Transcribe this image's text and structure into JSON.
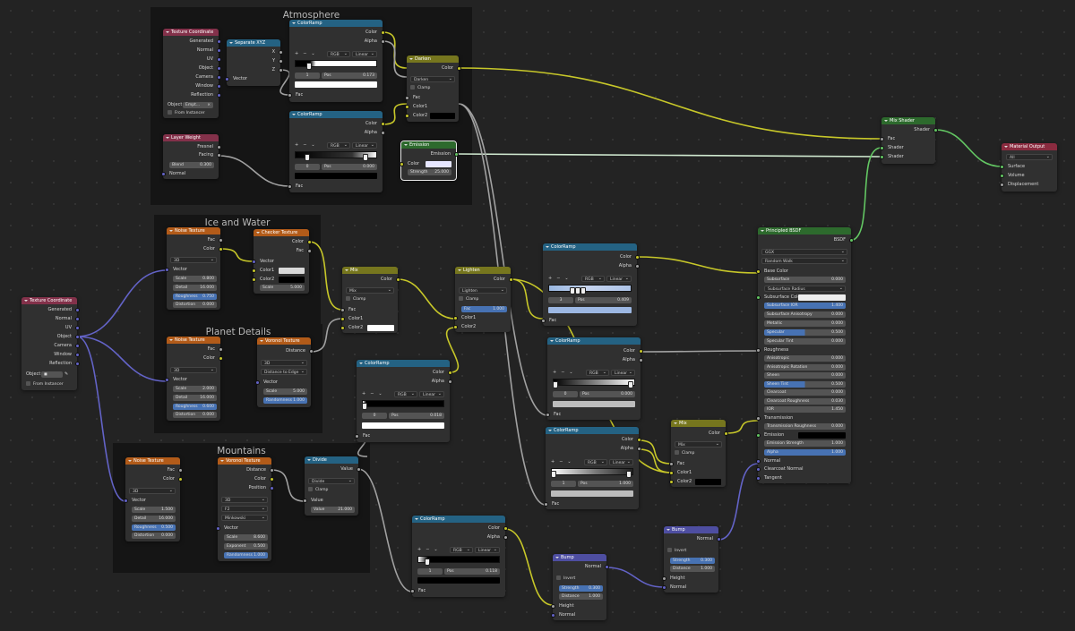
{
  "frames": {
    "atmosphere": "Atmosphere",
    "ice_water": "Ice and Water",
    "planet_details": "Planet Details",
    "mountains": "Mountains"
  },
  "colors": {
    "frame_bg": "#151515",
    "node_bg": "#303030",
    "socket_color": "#c7c729",
    "socket_float": "#a1a1a1",
    "socket_vector": "#6363c7",
    "socket_shader": "#63c763",
    "field_highlight": "#4772b3"
  },
  "icons": [
    "collapse-arrow-icon",
    "socket-dot-icon",
    "eyedropper-icon",
    "close-icon",
    "checkbox-icon"
  ],
  "labels": {
    "tc_title": "Texture Coordinate",
    "tc_generated": "Generated",
    "tc_normal": "Normal",
    "tc_uv": "UV",
    "tc_object": "Object",
    "tc_camera": "Camera",
    "tc_window": "Window",
    "tc_reflection": "Reflection",
    "tc_object_field": "Object",
    "tc_object_value": "Empt...",
    "tc_from_instancer": "From Instancer",
    "sep_title": "Separate XYZ",
    "sep_x": "X",
    "sep_y": "Y",
    "sep_z": "Z",
    "sep_vector": "Vector",
    "lw_title": "Layer Weight",
    "lw_fresnel": "Fresnel",
    "lw_facing": "Facing",
    "lw_blend": "Blend",
    "lw_blend_val": "0.300",
    "lw_normal": "Normal",
    "cr_title": "ColorRamp",
    "color": "Color",
    "alpha": "Alpha",
    "fac": "Fac",
    "rgb": "RGB",
    "linear": "Linear",
    "pos": "Pos",
    "plus": "+",
    "minus": "−",
    "chev": "⌄",
    "cr1_index": "1",
    "cr1_pos": "0.173",
    "cr2_index": "0",
    "cr2_pos": "0.000",
    "darken_title": "Darken",
    "darken_mode": "Darken",
    "clamp": "Clamp",
    "color1": "Color1",
    "color2": "Color2",
    "em_title": "Emission",
    "em_emission": "Emission",
    "em_color": "Color",
    "em_strength": "Strength",
    "em_strength_val": "25.000",
    "mixshader_title": "Mix Shader",
    "shader": "Shader",
    "out_title": "Material Output",
    "out_all": "All",
    "out_surface": "Surface",
    "out_volume": "Volume",
    "out_displacement": "Displacement",
    "noise_title": "Noise Texture",
    "vector": "Vector",
    "dim3d": "3D",
    "scale": "Scale",
    "detail": "Detail",
    "roughness": "Roughness",
    "distortion": "Distortion",
    "n1_scale": "0.800",
    "n1_detail": "16.000",
    "n1_rough": "0.750",
    "n1_dist": "0.000",
    "checker_title": "Checker Texture",
    "checker_scale": "5.000",
    "mix_title": "Mix",
    "mix_mode": "Mix",
    "lighten_title": "Lighten",
    "lighten_mode": "Lighten",
    "lighten_fac": "1.000",
    "tc2_title": "Texture Coordinate",
    "n2_scale": "2.000",
    "n2_detail": "16.000",
    "n2_rough": "0.600",
    "n2_dist": "0.000",
    "vor_title": "Voronoi Texture",
    "distance": "Distance",
    "vor1_feature": "Distance to Edge",
    "vor1_scale": "5.000",
    "randomness": "Randomness",
    "vor1_rand": "1.000",
    "cr3_index": "0",
    "cr3_pos": "0.018",
    "n3_scale": "1.500",
    "n3_detail": "16.000",
    "n3_rough": "0.500",
    "n3_dist": "0.000",
    "position": "Position",
    "f2": "F2",
    "minkowski": "Minkowski",
    "exponent": "Exponent",
    "vor2_scale": "8.600",
    "vor2_exp": "0.500",
    "vor2_rand": "1.000",
    "divide_title": "Divide",
    "value": "Value",
    "divide_mode": "Divide",
    "divide_val": "21.000",
    "cr4_index": "1",
    "cr4_pos": "0.118",
    "bump_title": "Bump",
    "invert": "Invert",
    "strength": "Strength",
    "height": "Height",
    "normal": "Normal",
    "bump1_strength": "0.300",
    "bump1_dist": "1.000",
    "bump2_strength": "0.300",
    "bump2_dist": "1.000",
    "cr5_index": "3",
    "cr5_pos": "0.409",
    "cr6_index": "0",
    "cr6_pos": "0.000",
    "cr7_index": "1",
    "cr7_pos": "1.000",
    "mix2_title": "Mix",
    "bsdf_title": "Principled BSDF",
    "bsdf": "BSDF",
    "ggx": "GGX",
    "random_walk": "Random Walk",
    "base_color": "Base Color",
    "subsurface": "Subsurface",
    "subsurface_radius": "Subsurface Radius",
    "subsurface_color": "Subsurface Color",
    "subsurface_ior": "Subsurface IOR",
    "subsurface_anisotropy": "Subsurface Anisotropy",
    "metallic": "Metallic",
    "specular": "Specular",
    "specular_tint": "Specular Tint",
    "aniso": "Anisotropic",
    "aniso_rot": "Anisotropic Rotation",
    "sheen": "Sheen",
    "sheen_tint": "Sheen Tint",
    "clearcoat": "Clearcoat",
    "clearcoat_rough": "Clearcoat Roughness",
    "ior": "IOR",
    "transmission": "Transmission",
    "transmission_rough": "Transmission Roughness",
    "emission": "Emission",
    "emission_strength": "Emission Strength",
    "clearcoat_normal": "Clearcoat Normal",
    "tangent": "Tangent",
    "v_subsurface": "0.000",
    "v_ior_ss": "1.400",
    "v_ss_aniso": "0.000",
    "v_metallic": "0.000",
    "v_specular": "0.500",
    "v_spec_tint": "0.000",
    "v_aniso": "0.000",
    "v_aniso_rot": "0.000",
    "v_sheen": "0.000",
    "v_sheen_tint": "0.500",
    "v_clearcoat": "0.000",
    "v_cc_rough": "0.030",
    "v_ior": "1.450",
    "v_transmission": "0.000",
    "v_emission_strength": "1.000",
    "v_alpha": "1.000"
  }
}
